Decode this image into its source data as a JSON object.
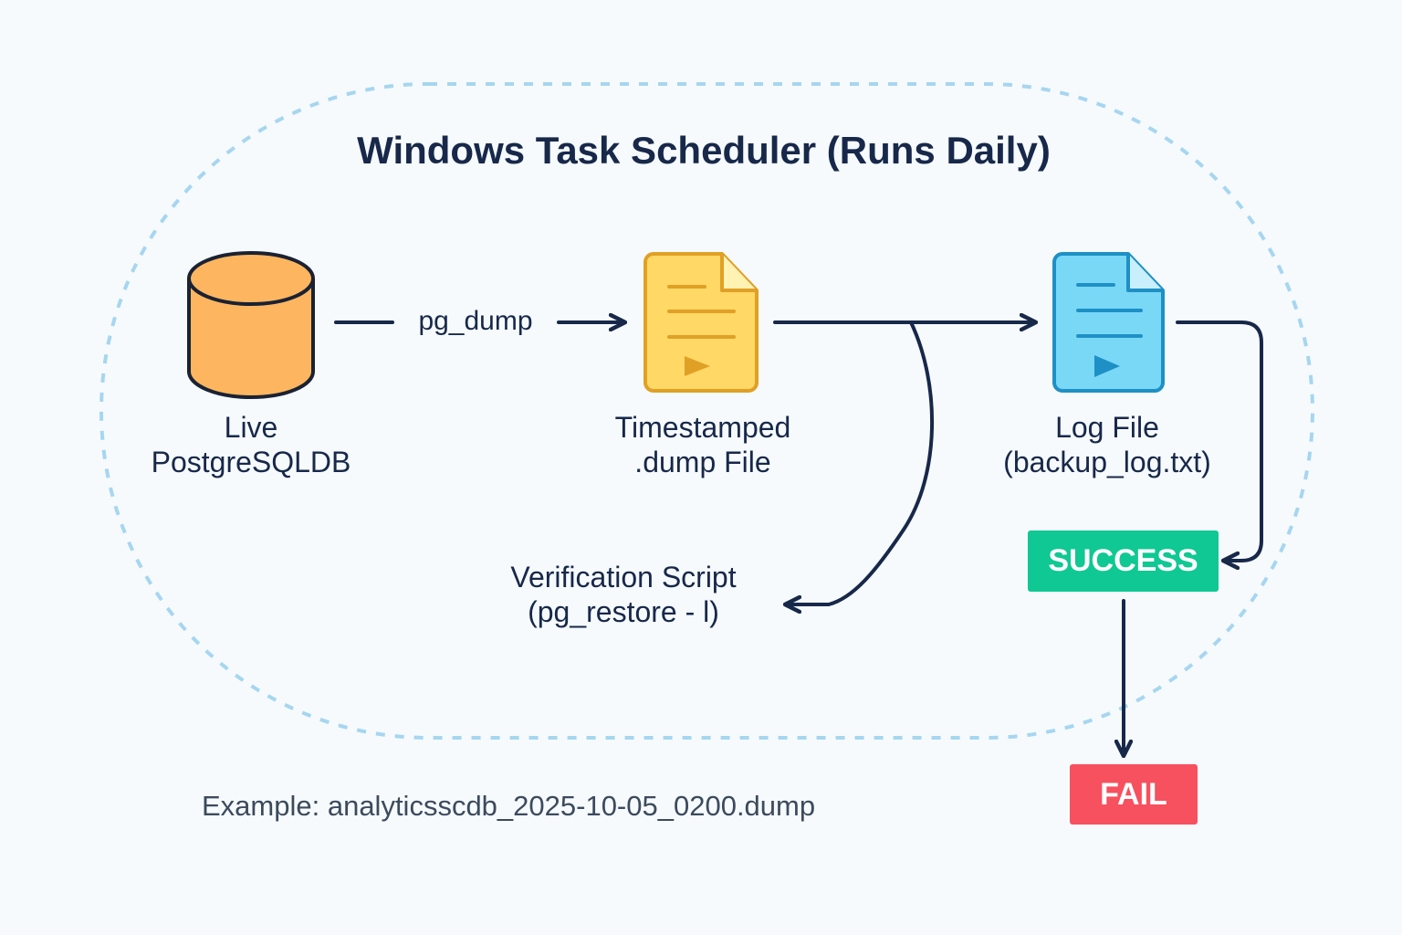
{
  "title": "Windows Task Scheduler (Runs Daily)",
  "nodes": {
    "database": {
      "line1": "Live",
      "line2": "PostgreSQLDB",
      "icon": "database-icon",
      "color": "#fdb65f"
    },
    "dump_file": {
      "line1": "Timestamped",
      "line2": ".dump File",
      "icon": "document-icon",
      "color": "#ffd866"
    },
    "log_file": {
      "line1": "Log File",
      "line2": "(backup_log.txt)",
      "icon": "document-icon",
      "color": "#7ad8f7"
    },
    "verification": {
      "line1": "Verification Script",
      "line2": "(pg_restore - l)"
    }
  },
  "edges": {
    "pg_dump_label": "pg_dump"
  },
  "status": {
    "success": {
      "label": "SUCCESS",
      "color": "#10c893"
    },
    "fail": {
      "label": "FAIL",
      "color": "#f7505f"
    }
  },
  "example_text": "Example: analyticsscdb_2025-10-05_0200.dump",
  "colors": {
    "ink": "#17284a",
    "boundary": "#a6d6f0",
    "background": "#f6fafc"
  }
}
